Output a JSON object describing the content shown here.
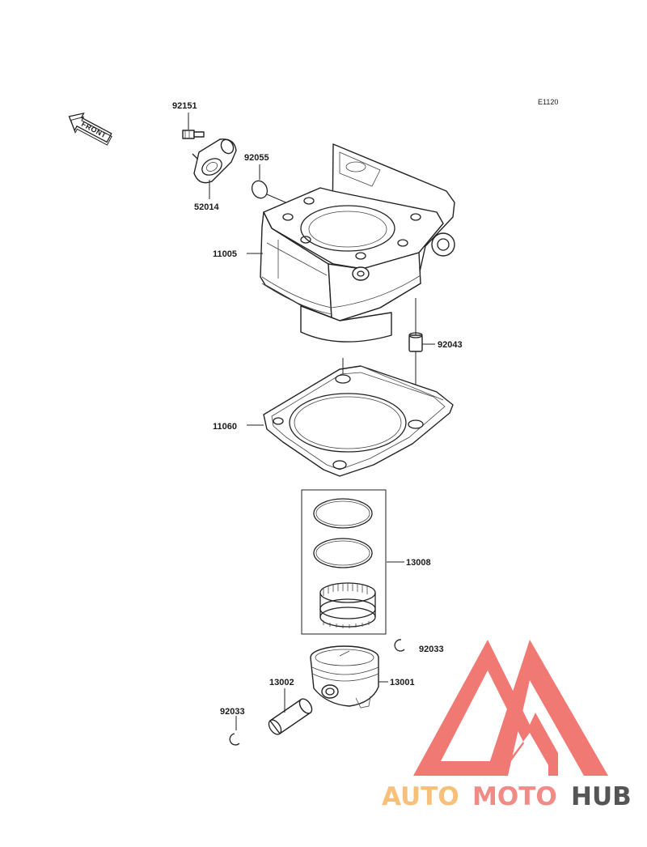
{
  "diagram_code": "E1120",
  "front_arrow_label": "FRONT",
  "watermark": {
    "text_a": "AUTO",
    "text_b": "MOTO",
    "text_c": "HUB",
    "color_a": "#f7c07a",
    "color_b": "#f28b86",
    "color_c": "#555555",
    "logo_color": "#f06b66"
  },
  "parts": {
    "p92151": "92151",
    "p52014": "52014",
    "p92055": "92055",
    "p11005": "11005",
    "p92043": "92043",
    "p11060": "11060",
    "p13008": "13008",
    "p92033_right": "92033",
    "p13001": "13001",
    "p13002": "13002",
    "p92033_left": "92033"
  }
}
